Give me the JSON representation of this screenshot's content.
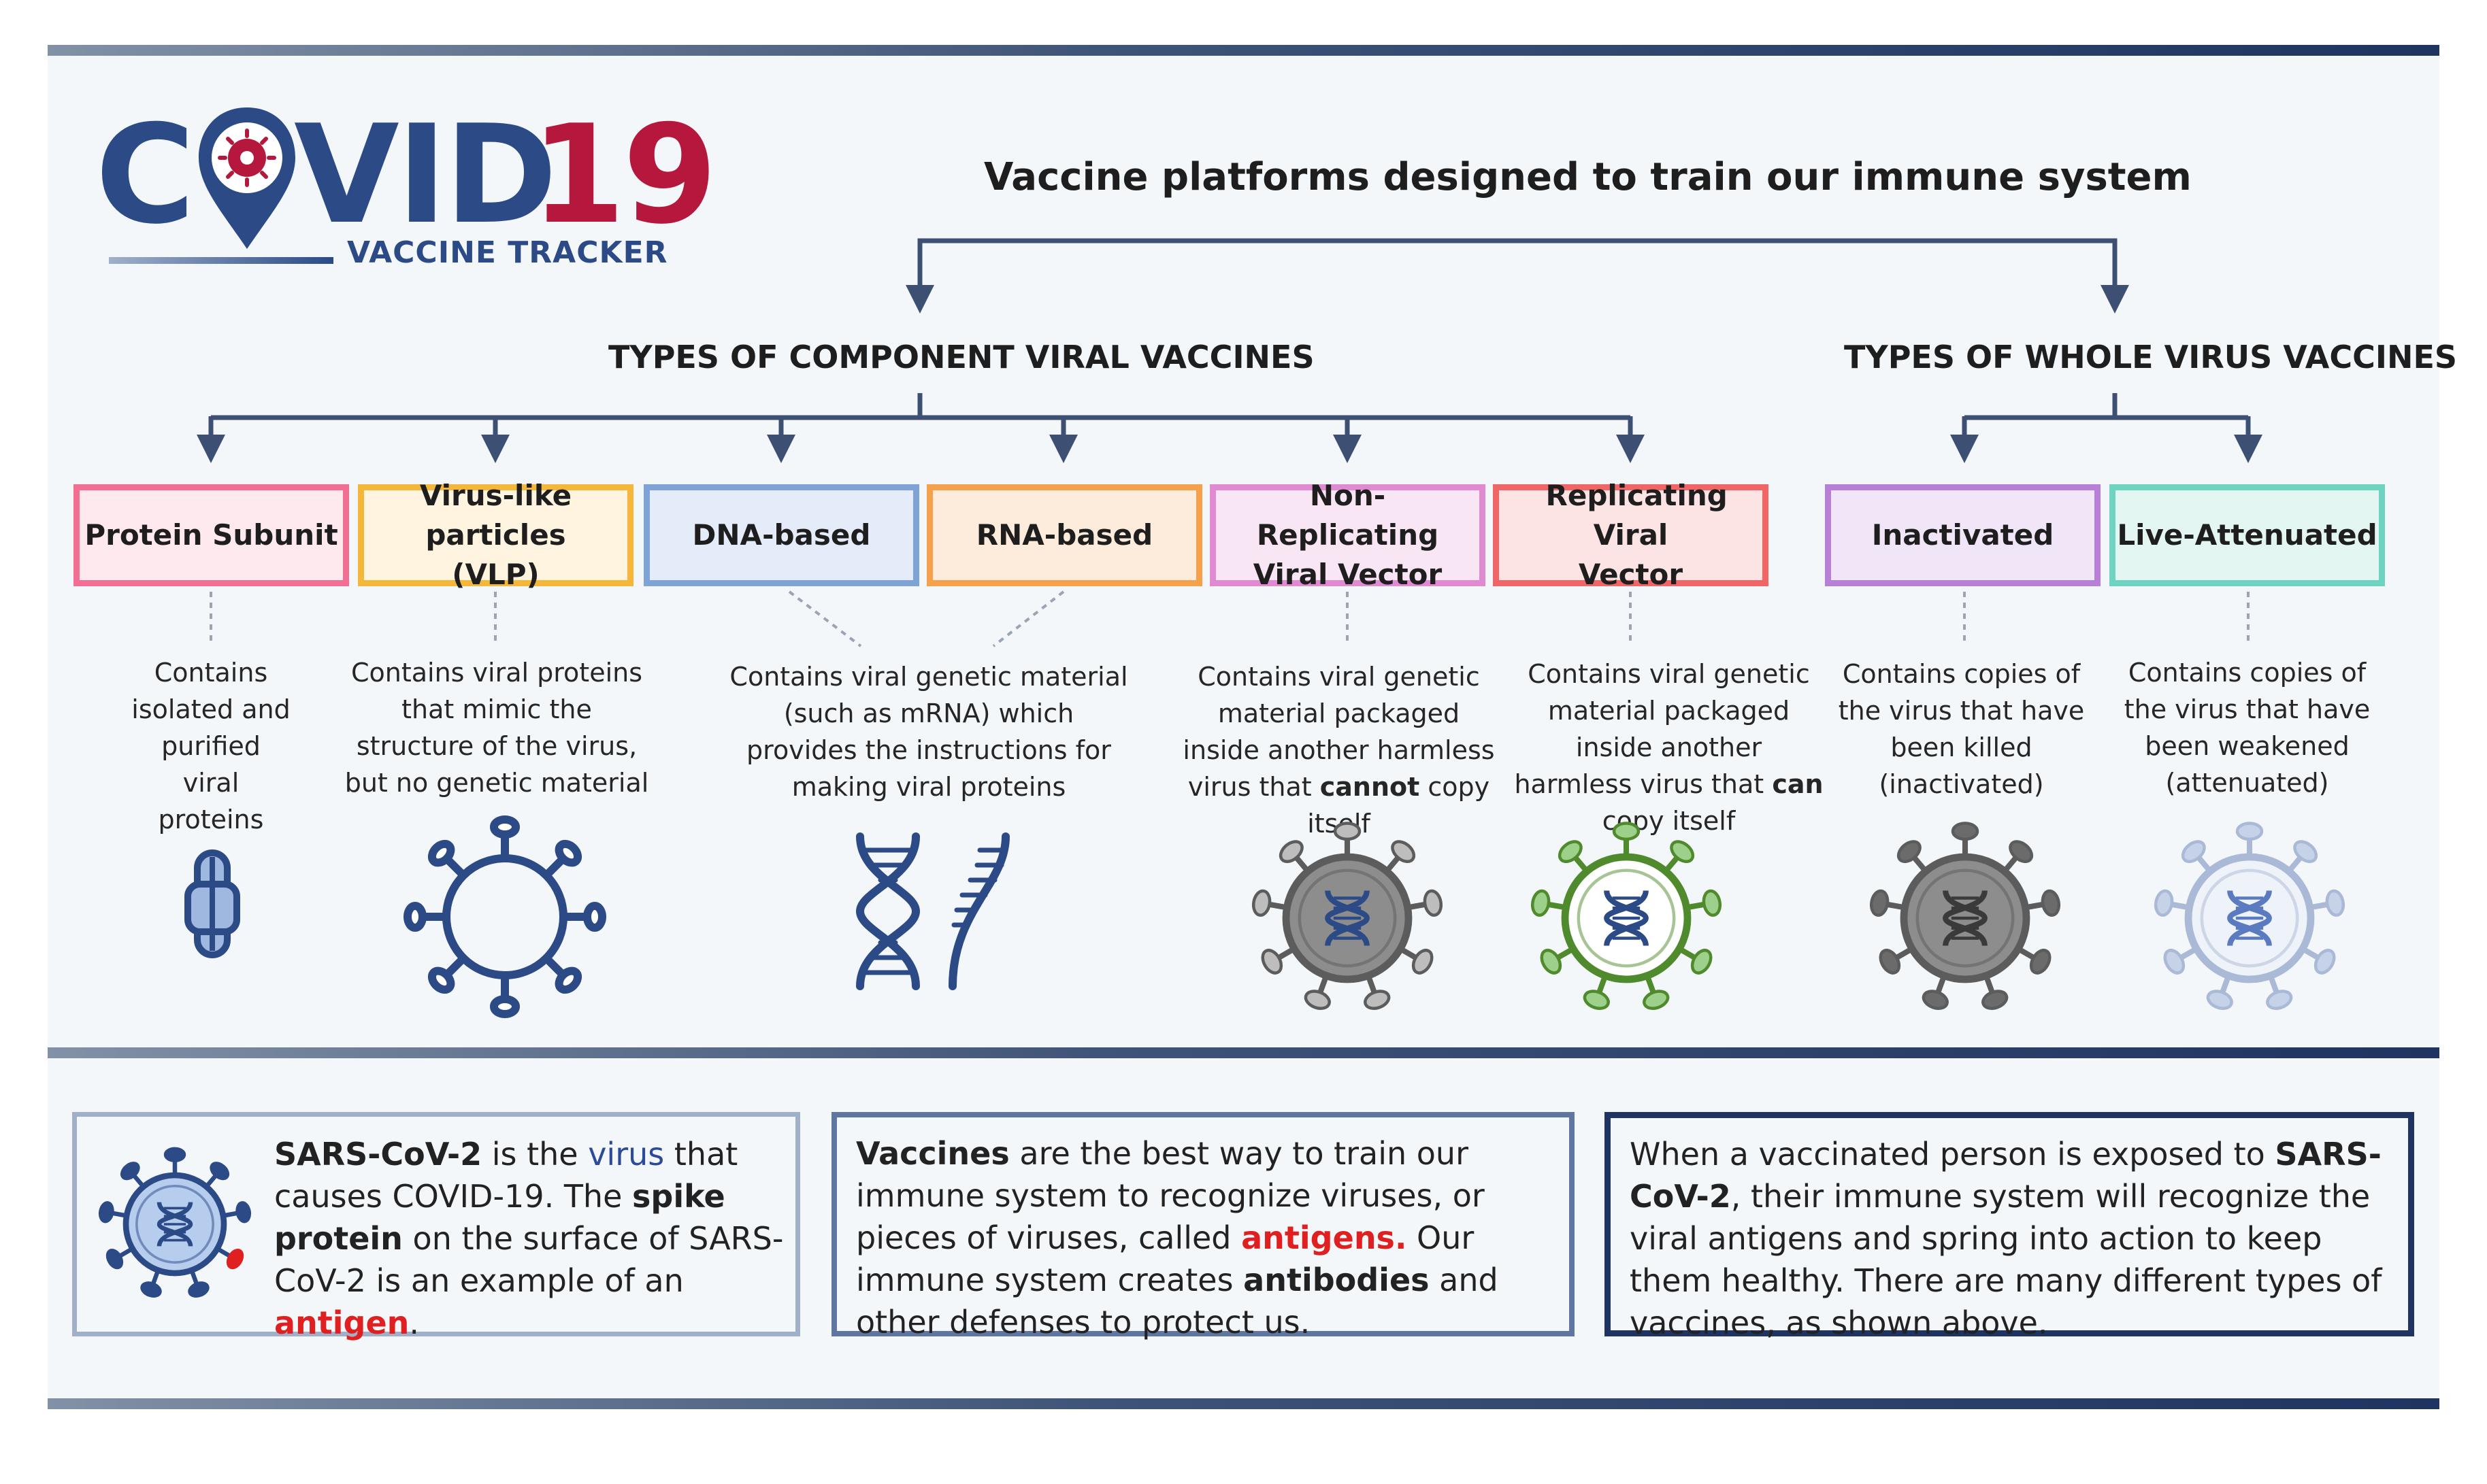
{
  "logo": {
    "covid_c": "C",
    "covid_vid": "VID",
    "covid_num": "19",
    "subtitle": "VACCINE TRACKER"
  },
  "headline": "Vaccine platforms designed to train our immune system",
  "groups": {
    "component": "TYPES OF COMPONENT VIRAL VACCINES",
    "whole": "TYPES OF WHOLE VIRUS VACCINES"
  },
  "types": [
    {
      "label": "Protein Subunit"
    },
    {
      "label": "Virus-like particles (VLP)"
    },
    {
      "label": "DNA-based"
    },
    {
      "label": "RNA-based"
    },
    {
      "label": "Non-Replicating Viral Vector"
    },
    {
      "label": "Replicating Viral Vector"
    },
    {
      "label": "Inactivated"
    },
    {
      "label": "Live-Attenuated"
    }
  ],
  "descriptions": {
    "protein_subunit": "Contains isolated and purified viral proteins",
    "vlp": "Contains viral proteins that mimic the structure of the virus, but no genetic material",
    "nucleic": "Contains viral genetic material (such as mRNA) which provides the instructions for making viral proteins",
    "nonrep_a": "Contains viral genetic material packaged inside another harmless virus that",
    "nonrep_b": "cannot",
    "nonrep_c": "copy itself",
    "rep_a": "Contains viral genetic material packaged inside another harmless virus that",
    "rep_b": "can",
    "rep_c": "copy itself",
    "inactivated": "Contains copies of the virus that have been killed (inactivated)",
    "live": "Contains copies of the virus that have been weakened (attenuated)"
  },
  "info": {
    "box1": {
      "t1": "SARS-CoV-2",
      "t2": " is the ",
      "t3": "virus",
      "t4": " that causes COVID-19. The ",
      "t5": "spike protein",
      "t6": " on the surface of SARS-CoV-2 is an example of an ",
      "t7": "antigen",
      "t8": "."
    },
    "box2": {
      "t1": "Vaccines",
      "t2": " are the best way to train our immune system to recognize viruses, or pieces of viruses, called ",
      "t3": "antigens.",
      "t4": " Our immune system creates ",
      "t5": "antibodies",
      "t6": " and other defenses to protect us."
    },
    "box3": {
      "t1": "When a vaccinated person is exposed to ",
      "t2": "SARS-CoV-2",
      "t3": ", their immune system will recognize the viral antigens and spring into action to keep them healthy. There are many different types of vaccines, as shown above."
    }
  },
  "colors": {
    "navy": "#2b4a86",
    "crimson": "#b5173d",
    "arrow": "#3d5073",
    "protein_subunit": "#f26f93",
    "vlp": "#f4b73a",
    "dna": "#7fa3d6",
    "rna": "#f5a04a",
    "nonrep": "#e08ad2",
    "rep": "#f06565",
    "inactivated": "#b77fd6",
    "live": "#6fd3c2"
  }
}
